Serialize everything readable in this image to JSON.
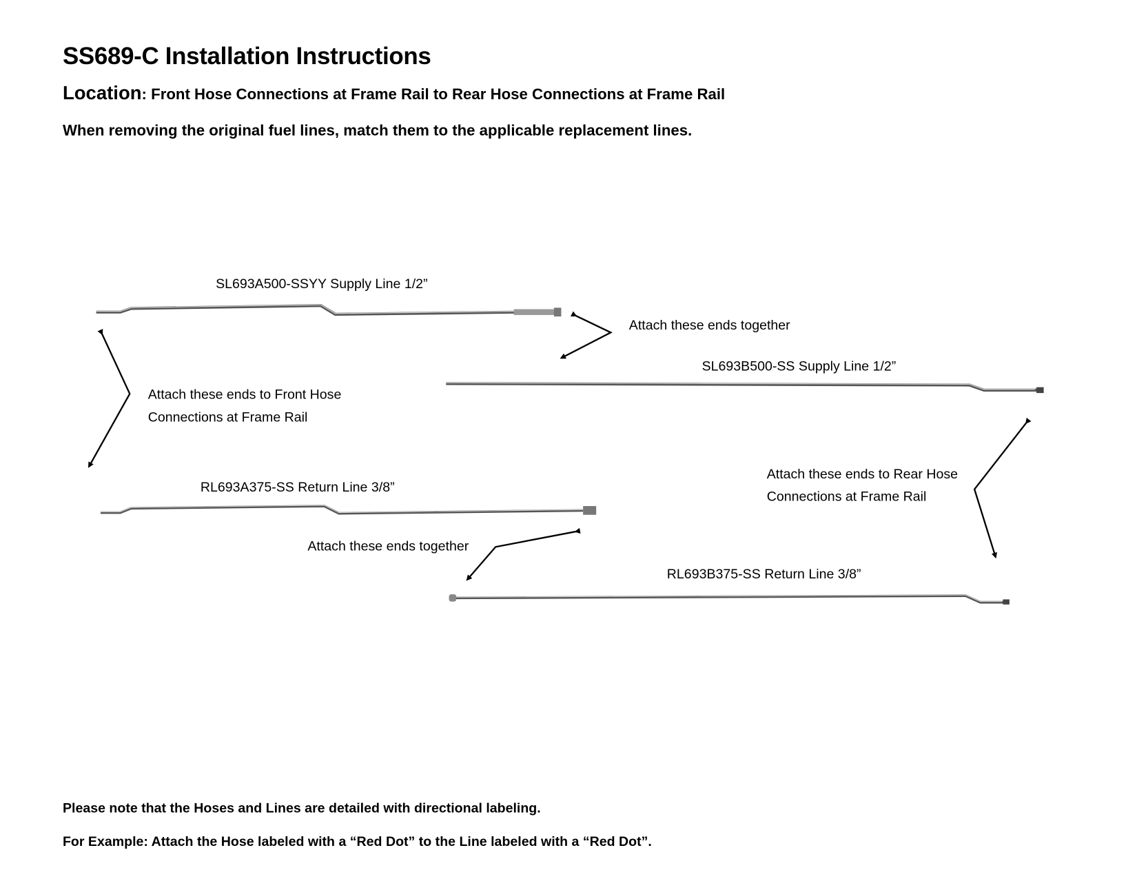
{
  "title": "SS689-C Installation Instructions",
  "location": {
    "label": "Location",
    "text": ": Front Hose Connections at Frame Rail to Rear Hose Connections at Frame Rail"
  },
  "instruction": "When removing the original fuel lines, match them to the applicable replacement lines.",
  "lines": {
    "supply_a": "SL693A500-SSYY Supply Line 1/2”",
    "supply_b": "SL693B500-SS Supply Line 1/2”",
    "return_a": "RL693A375-SS Return Line 3/8”",
    "return_b": "RL693B375-SS Return Line 3/8”"
  },
  "callouts": {
    "together_top": "Attach these ends together",
    "front_line1": "Attach these ends to Front Hose",
    "front_line2": "Connections at Frame Rail",
    "rear_line1": "Attach these ends to Rear Hose",
    "rear_line2": "Connections at Frame Rail",
    "together_bottom": "Attach these ends together"
  },
  "notes": [
    "Please note that the Hoses and Lines are detailed with directional labeling.",
    "For Example: Attach the Hose labeled with a “Red Dot” to the Line labeled with a “Red Dot”."
  ]
}
